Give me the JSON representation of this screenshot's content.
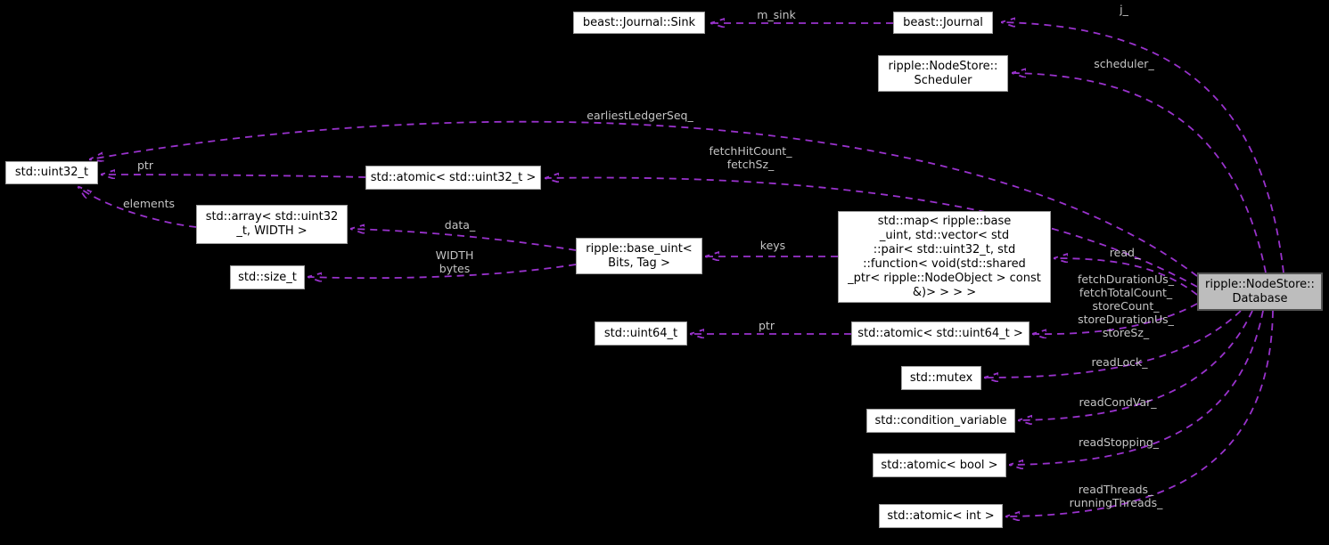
{
  "diagram_type": "collaboration-graph",
  "colors": {
    "background": "#000000",
    "edge": "#9932CC",
    "node_fill": "#FFFFFF",
    "node_border": "#9E9E9E",
    "node_text": "#000000",
    "highlight_node_fill": "#BDBDBD",
    "highlight_node_border": "#545454",
    "edge_label_text": "#C4C4C4"
  },
  "nodes": [
    {
      "id": "beast-journal-sink",
      "label": "beast::Journal::Sink"
    },
    {
      "id": "beast-journal",
      "label": "beast::Journal"
    },
    {
      "id": "nodestore-scheduler",
      "label": "ripple::NodeStore::\nScheduler"
    },
    {
      "id": "std-uint32-t",
      "label": "std::uint32_t"
    },
    {
      "id": "std-atomic-uint32",
      "label": "std::atomic< std::uint32_t >"
    },
    {
      "id": "std-array-uint32-width",
      "label": "std::array< std::uint32\n_t, WIDTH >"
    },
    {
      "id": "std-size-t",
      "label": "std::size_t"
    },
    {
      "id": "ripple-base-uint",
      "label": "ripple::base_uint<\nBits, Tag >"
    },
    {
      "id": "std-map-callbacks",
      "label": "std::map< ripple::base\n_uint, std::vector< std\n::pair< std::uint32_t, std\n::function< void(std::shared\n_ptr< ripple::NodeObject > const\n&)> > > >"
    },
    {
      "id": "std-uint64-t",
      "label": "std::uint64_t"
    },
    {
      "id": "std-atomic-uint64",
      "label": "std::atomic< std::uint64_t >"
    },
    {
      "id": "std-mutex",
      "label": "std::mutex"
    },
    {
      "id": "std-condition-variable",
      "label": "std::condition_variable"
    },
    {
      "id": "std-atomic-bool",
      "label": "std::atomic< bool >"
    },
    {
      "id": "std-atomic-int",
      "label": "std::atomic< int >"
    },
    {
      "id": "nodestore-database",
      "label": "ripple::NodeStore::\nDatabase"
    }
  ],
  "edge_labels": [
    {
      "id": "m-sink",
      "text": "m_sink"
    },
    {
      "id": "j",
      "text": "j_"
    },
    {
      "id": "scheduler",
      "text": "scheduler_"
    },
    {
      "id": "earliest-ledger-seq",
      "text": "earliestLedgerSeq_"
    },
    {
      "id": "fetch-hit-count",
      "text": "fetchHitCount_\nfetchSz_"
    },
    {
      "id": "ptr-top",
      "text": "ptr"
    },
    {
      "id": "elements",
      "text": "elements"
    },
    {
      "id": "data",
      "text": "data_"
    },
    {
      "id": "width-bytes",
      "text": "WIDTH\nbytes"
    },
    {
      "id": "keys",
      "text": "keys"
    },
    {
      "id": "read",
      "text": "read_"
    },
    {
      "id": "fetch-store-counters",
      "text": "fetchDurationUs_\nfetchTotalCount_\nstoreCount_\nstoreDurationUs_\nstoreSz_"
    },
    {
      "id": "ptr-bottom",
      "text": "ptr"
    },
    {
      "id": "read-lock",
      "text": "readLock_"
    },
    {
      "id": "read-cond-var",
      "text": "readCondVar_"
    },
    {
      "id": "read-stopping",
      "text": "readStopping_"
    },
    {
      "id": "read-threads",
      "text": "readThreads_\nrunningThreads_"
    }
  ]
}
